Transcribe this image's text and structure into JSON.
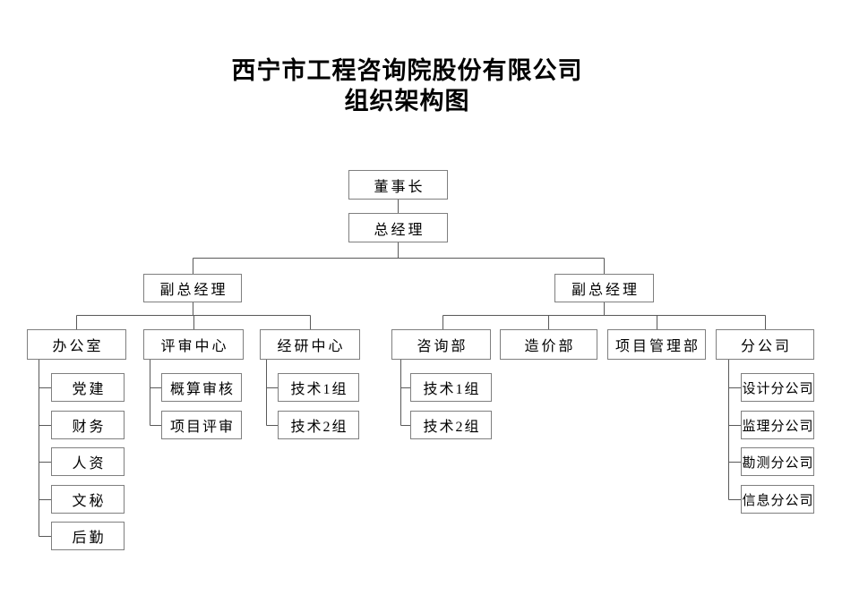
{
  "title": {
    "line1": "西宁市工程咨询院股份有限公司",
    "line2": "组织架构图"
  },
  "colors": {
    "background": "#ffffff",
    "box_border": "#7f7f7f",
    "connector_line": "#595959",
    "text": "#000000"
  },
  "nodes": {
    "chairman": "董事长",
    "general_manager": "总经理",
    "deputy_gm_left": "副总经理",
    "deputy_gm_right": "副总经理",
    "office": "办公室",
    "review_center": "评审中心",
    "research_center": "经研中心",
    "consulting_dept": "咨询部",
    "cost_dept": "造价部",
    "project_mgmt_dept": "项目管理部",
    "branch_companies": "分公司",
    "party_building": "党建",
    "finance": "财务",
    "human_resources": "人资",
    "secretary": "文秘",
    "logistics": "后勤",
    "estimate_review": "概算审核",
    "project_review": "项目评审",
    "research_tech_group1": "技术1组",
    "research_tech_group2": "技术2组",
    "consulting_tech_group1": "技术1组",
    "consulting_tech_group2": "技术2组",
    "design_branch": "设计分公司",
    "supervision_branch": "监理分公司",
    "survey_branch": "勘测分公司",
    "information_branch": "信息分公司"
  },
  "hierarchy": {
    "label": "董事长",
    "children": [
      {
        "label": "总经理",
        "children": [
          {
            "label": "副总经理",
            "children": [
              {
                "label": "办公室",
                "children": [
                  {
                    "label": "党建"
                  },
                  {
                    "label": "财务"
                  },
                  {
                    "label": "人资"
                  },
                  {
                    "label": "文秘"
                  },
                  {
                    "label": "后勤"
                  }
                ]
              },
              {
                "label": "评审中心",
                "children": [
                  {
                    "label": "概算审核"
                  },
                  {
                    "label": "项目评审"
                  }
                ]
              },
              {
                "label": "经研中心",
                "children": [
                  {
                    "label": "技术1组"
                  },
                  {
                    "label": "技术2组"
                  }
                ]
              }
            ]
          },
          {
            "label": "副总经理",
            "children": [
              {
                "label": "咨询部",
                "children": [
                  {
                    "label": "技术1组"
                  },
                  {
                    "label": "技术2组"
                  }
                ]
              },
              {
                "label": "造价部",
                "children": []
              },
              {
                "label": "项目管理部",
                "children": []
              },
              {
                "label": "分公司",
                "children": [
                  {
                    "label": "设计分公司"
                  },
                  {
                    "label": "监理分公司"
                  },
                  {
                    "label": "勘测分公司"
                  },
                  {
                    "label": "信息分公司"
                  }
                ]
              }
            ]
          }
        ]
      }
    ]
  }
}
